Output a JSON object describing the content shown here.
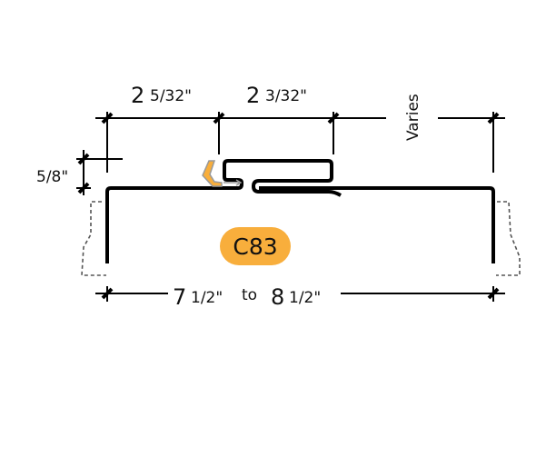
{
  "title": "C83",
  "colors": {
    "badge": "#F8AE3C",
    "clip": "#F8AE3C",
    "line": "#000000",
    "dashed": "#555555"
  },
  "dimensions": {
    "top_left": {
      "whole": "2",
      "fraction": "5/32\""
    },
    "top_middle": {
      "whole": "2",
      "fraction": "3/32\""
    },
    "top_right": "Varies",
    "side": "5/8\"",
    "bottom_min": {
      "whole": "7",
      "fraction": "1/2\""
    },
    "bottom_to": "to",
    "bottom_max": {
      "whole": "8",
      "fraction": "1/2\""
    }
  }
}
